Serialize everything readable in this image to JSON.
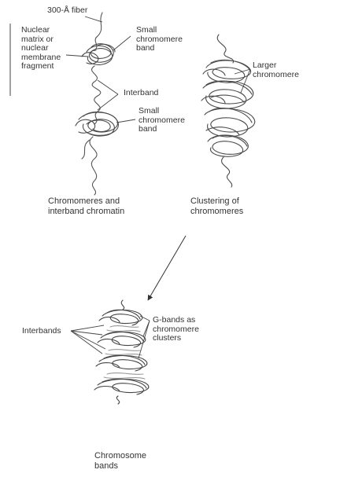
{
  "diagram": {
    "colors": {
      "ink": "#333333",
      "fiber": "#555555",
      "band": "#4a4a4a",
      "background": "#ffffff"
    },
    "left_chromosome": {
      "fiber_label": "300-Å fiber",
      "matrix_label": "Nuclear\nmatrix or\nnuclear\nmembrane\nfragment",
      "chromomere_top_label": "Small\nchromomere\nband",
      "interband_label": "Interband",
      "chromomere_bottom_label": "Small\nchromomere\nband",
      "caption": "Chromomeres and\ninterband chromatin"
    },
    "right_chromosome": {
      "larger_chromomere_label": "Larger\nchromomere",
      "caption": "Clustering of\nchromomeres"
    },
    "banded_chromosome": {
      "interbands_label": "Interbands",
      "gbands_label": "G-bands as\nchromomere\nclusters",
      "caption": "Chromosome\nbands"
    }
  }
}
